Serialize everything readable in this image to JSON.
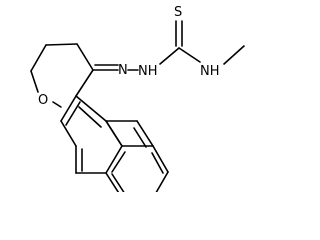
{
  "structure": {
    "atom_labels": {
      "thione_sulfur": "S",
      "hydrazone_n1": "N",
      "hydrazone_n2": "NH",
      "methylamine_n": "NH",
      "ring_oxygen": "O"
    },
    "colors": {
      "bonds": "#000000",
      "labels": "#000000",
      "background": "#ffffff"
    }
  }
}
